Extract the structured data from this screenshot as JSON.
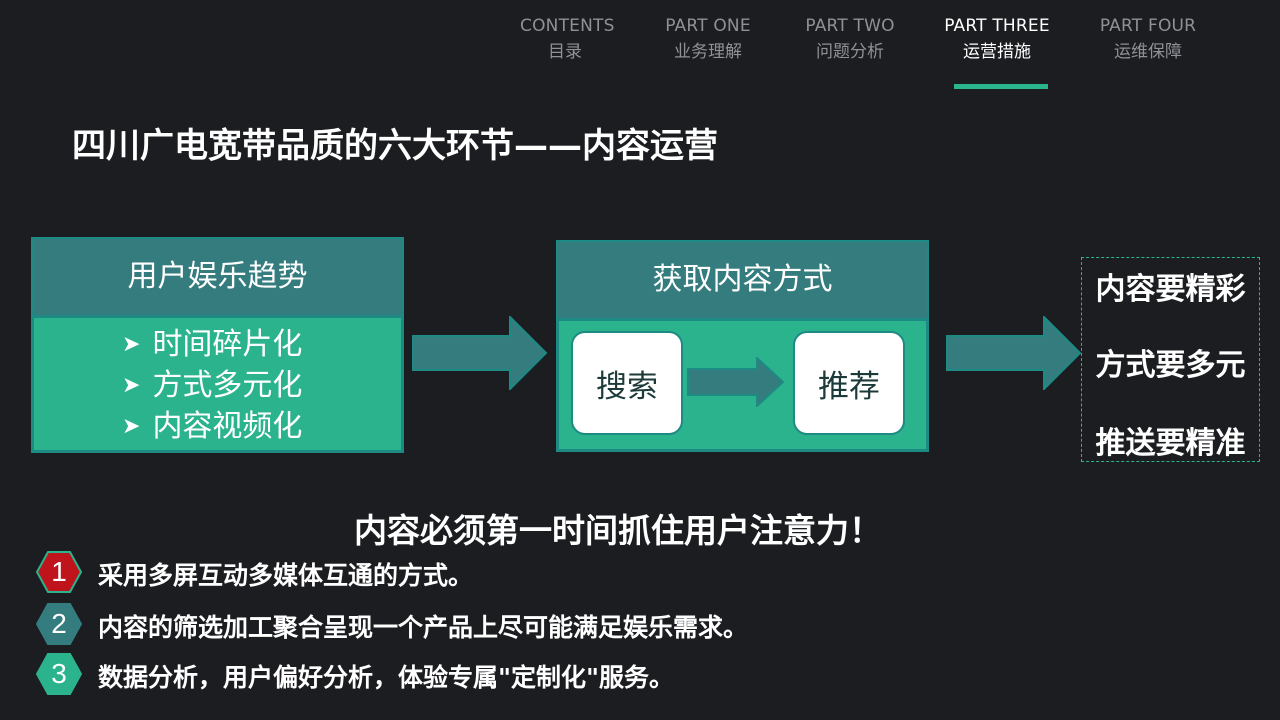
{
  "nav": {
    "items": [
      {
        "en": "CONTENTS",
        "zh": "目录"
      },
      {
        "en": "PART ONE",
        "zh": "业务理解"
      },
      {
        "en": "PART TWO",
        "zh": "问题分析"
      },
      {
        "en": "PART THREE",
        "zh": "运营措施"
      },
      {
        "en": "PART FOUR",
        "zh": "运维保障"
      }
    ],
    "active_index": 3,
    "accent_color": "#2bb58f"
  },
  "title": "四川广电宽带品质的六大环节——内容运营",
  "trend_box": {
    "header": "用户娱乐趋势",
    "bullet_icon": "arrow-bullet-icon",
    "items": [
      "时间碎片化",
      "方式多元化",
      "内容视频化"
    ]
  },
  "access_box": {
    "header": "获取内容方式",
    "step1": "搜索",
    "step2": "推荐"
  },
  "results": [
    "内容要精彩",
    "方式要多元",
    "推送要精准"
  ],
  "headline": "内容必须第一时间抓住用户注意力！",
  "points": [
    {
      "num": "1",
      "text": "采用多屏互动多媒体互通的方式。",
      "color": "#c0141c"
    },
    {
      "num": "2",
      "text": "内容的筛选加工聚合呈现一个产品上尽可能满足娱乐需求。",
      "color": "#357c7f"
    },
    {
      "num": "3",
      "text": "数据分析，用户偏好分析，体验专属\"定制化\"服务。",
      "color": "#2bb38e"
    }
  ],
  "colors": {
    "background": "#1b1d20",
    "header_teal": "#357c7f",
    "body_green": "#2bb38e",
    "border_teal": "#1d8a83"
  }
}
